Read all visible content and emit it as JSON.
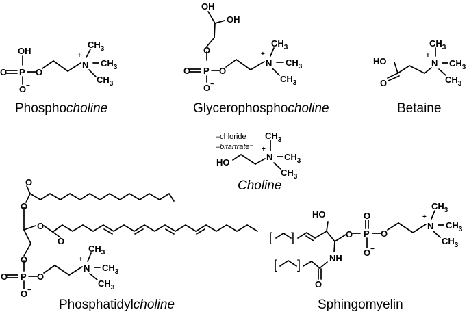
{
  "atoms": {
    "oh": "OH",
    "o": "O",
    "p": "P",
    "o_minus": "O",
    "minus": "−",
    "plus": "+",
    "n": "N",
    "ch3": "CH",
    "three": "3",
    "ho": "HO",
    "nh": "NH"
  },
  "molecules": {
    "phosphocholine": {
      "name_a": "Phospho",
      "name_b": "choline"
    },
    "glycerophosphocholine": {
      "name_a": "Glycerophospho",
      "name_b": "choline"
    },
    "betaine": {
      "name": "Betaine"
    },
    "choline": {
      "name": "Choline",
      "salt1_prefix": "–",
      "salt1": "chloride",
      "salt1_suffix": "⁻",
      "salt2_prefix": "–",
      "salt2": "bitartrate",
      "salt2_suffix": "⁻"
    },
    "phosphatidylcholine": {
      "name_a": "Phosphatidyl",
      "name_b": "choline"
    },
    "sphingomyelin": {
      "name": "Sphingomyelin"
    }
  }
}
